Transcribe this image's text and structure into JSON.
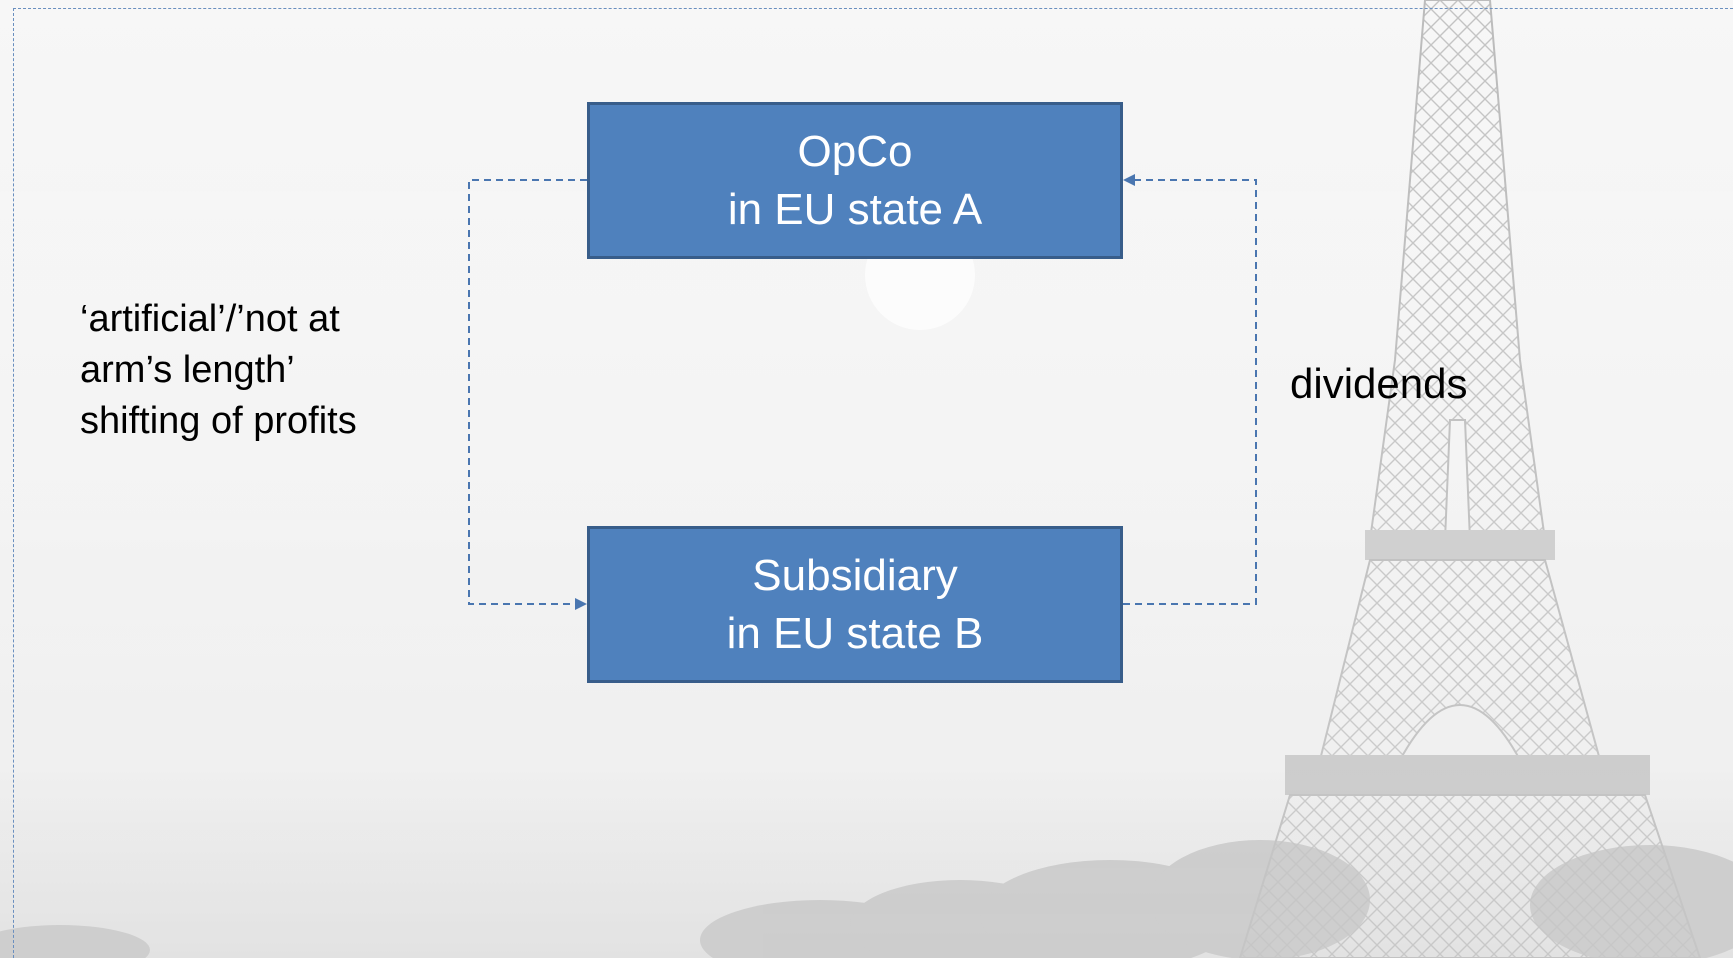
{
  "diagram": {
    "nodes": [
      {
        "id": "opco",
        "line1": "OpCo",
        "line2": "in EU state A"
      },
      {
        "id": "subsidiary",
        "line1": "Subsidiary",
        "line2": "in EU state B"
      }
    ],
    "left_label": {
      "line1": "‘artificial’/’not at",
      "line2": "arm’s length’",
      "line3": "shifting of profits"
    },
    "right_label": "dividends",
    "edges": [
      {
        "from": "opco",
        "to": "subsidiary",
        "label": "left_label",
        "style": "dashed"
      },
      {
        "from": "subsidiary",
        "to": "opco",
        "label": "right_label",
        "style": "dashed"
      }
    ]
  },
  "colors": {
    "box_fill": "#4f81bd",
    "box_border": "#385d8a",
    "connector": "#4a76b0",
    "frame": "#6a8fbf",
    "box_text": "#ffffff",
    "label_text": "#000000"
  }
}
